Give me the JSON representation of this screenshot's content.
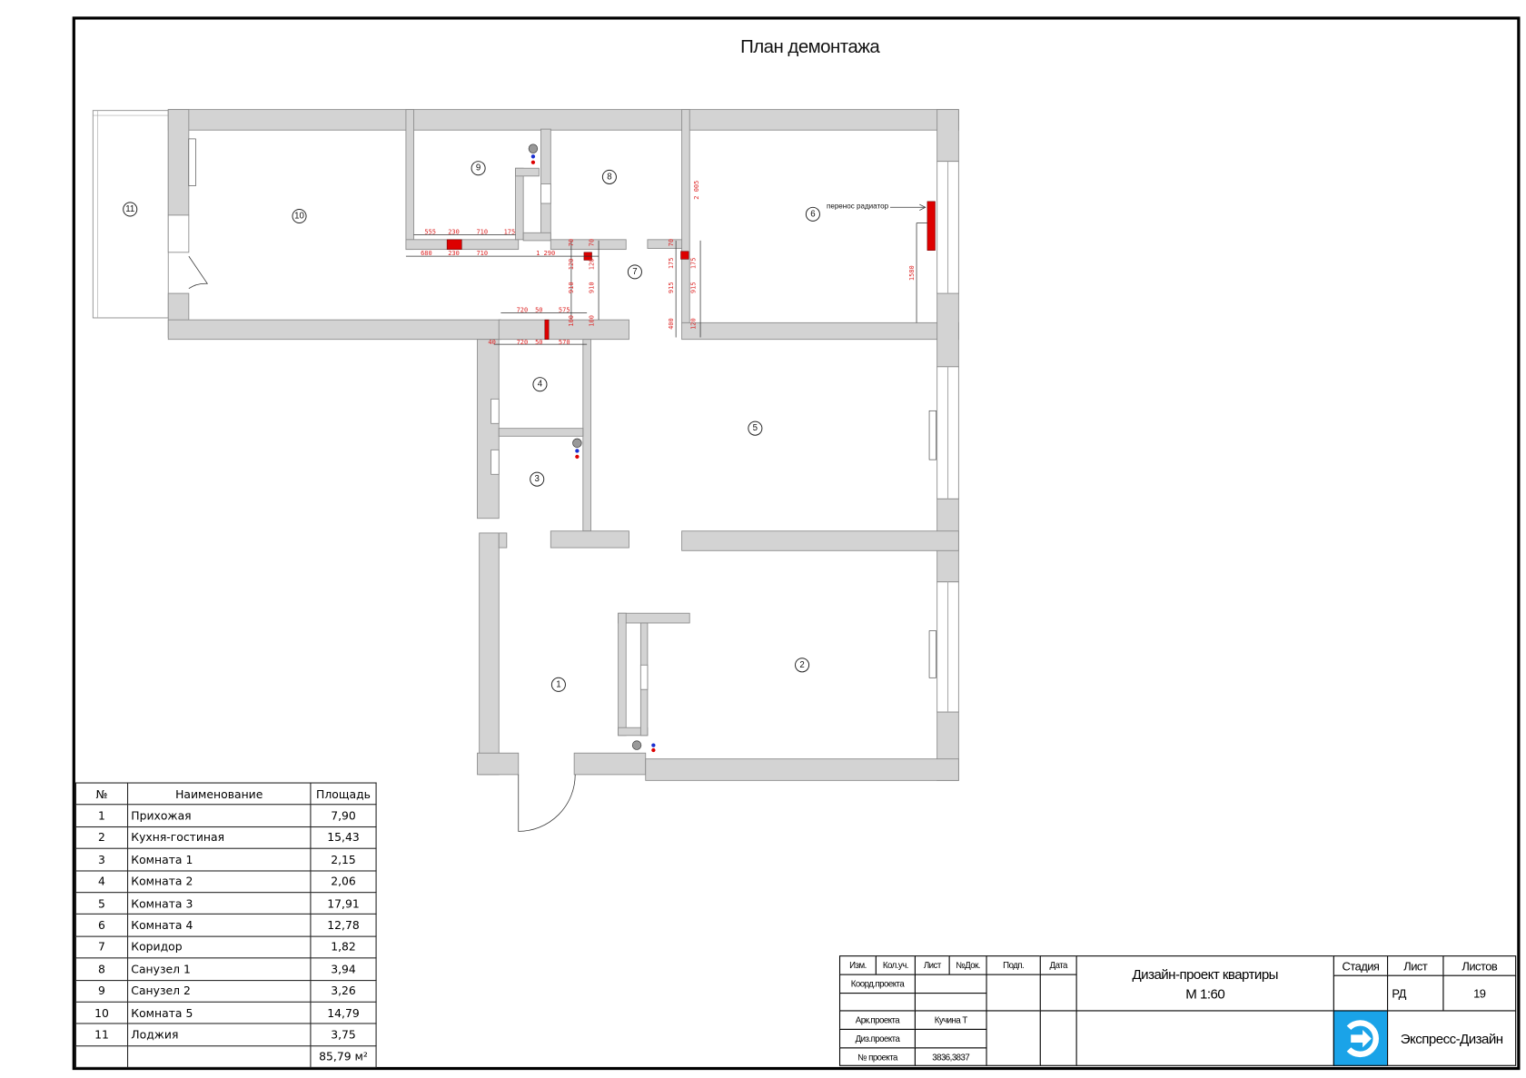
{
  "title": "План демонтажа",
  "rooms_on_plan": [
    "1",
    "2",
    "3",
    "4",
    "5",
    "6",
    "7",
    "8",
    "9",
    "10",
    "11"
  ],
  "annotation": "перенос радиатор",
  "dimensions": [
    "555",
    "230",
    "710",
    "175",
    "680",
    "230",
    "710",
    "1 290",
    "70",
    "120",
    "910",
    "70",
    "120",
    "910",
    "720",
    "50",
    "575",
    "40",
    "720",
    "50",
    "570",
    "100",
    "100",
    "70",
    "175",
    "915",
    "400",
    "175",
    "915",
    "120",
    "2 005",
    "1580"
  ],
  "room_table": {
    "headers": [
      "№",
      "Наименование",
      "Площадь"
    ],
    "rows": [
      [
        "1",
        "Прихожая",
        "7,90"
      ],
      [
        "2",
        "Кухня-гостиная",
        "15,43"
      ],
      [
        "3",
        "Комната 1",
        "2,15"
      ],
      [
        "4",
        "Комната 2",
        "2,06"
      ],
      [
        "5",
        "Комната 3",
        "17,91"
      ],
      [
        "6",
        "Комната 4",
        "12,78"
      ],
      [
        "7",
        "Коридор",
        "1,82"
      ],
      [
        "8",
        "Санузел 1",
        "3,94"
      ],
      [
        "9",
        "Санузел 2",
        "3,26"
      ],
      [
        "10",
        "Комната 5",
        "14,79"
      ],
      [
        "11",
        "Лоджия",
        "3,75"
      ]
    ],
    "total": "85,79 м²"
  },
  "title_block": {
    "izm": "Изм.",
    "kol_uch": "Кол.уч.",
    "list": "Лист",
    "n_dok": "№Док.",
    "podp": "Подп.",
    "data": "Дата",
    "coord_label": "Коорд.проекта",
    "ark_label": "Арк.проекта",
    "ark_value": "Кучина Т",
    "diz_label": "Диз.проекта",
    "num_label": "№ проекта",
    "num_value": "3836,3837",
    "project_title": "Дизайн-проект квартиры",
    "scale": "М 1:60",
    "stage_label": "Стадия",
    "sheet_label": "Лист",
    "sheets_label": "Листов",
    "sheet_value": "РД",
    "sheets_value": "19",
    "company": "Экспресс-Дизайн",
    "logo_color": "#1aa3e8"
  },
  "colors": {
    "wall": "#d3d3d3",
    "demolition": "#dd0000",
    "dimension": "#dd2222"
  }
}
